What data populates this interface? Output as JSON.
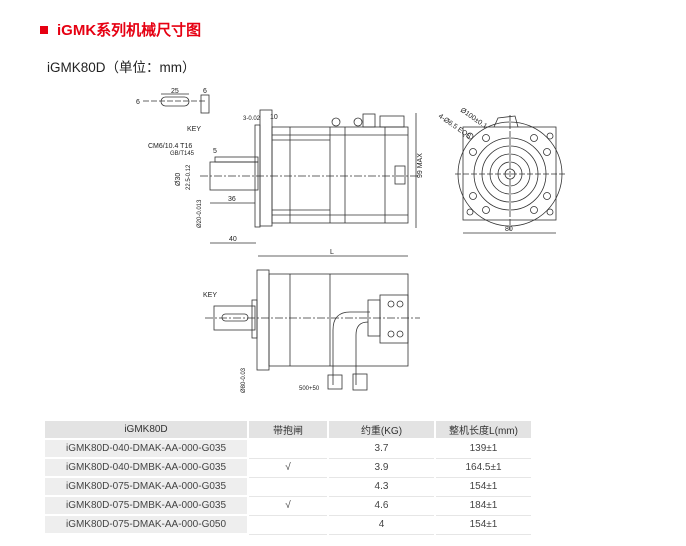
{
  "header": {
    "title": "iGMK系列机械尺寸图",
    "subtitle": "iGMK80D（单位：mm）"
  },
  "drawing": {
    "key_label": "KEY",
    "key_label_2": "KEY",
    "dims": {
      "key_len": "25",
      "key_w": "6",
      "key_h": "6",
      "flange_tol": "3-0.02",
      "flange_t": "10",
      "thread": "CM6/10.4 T16",
      "gb": "GB/T145",
      "keyway": "5",
      "d30": "Ø30",
      "d225": "22.5-0.12",
      "d20": "Ø20-0.013",
      "len36": "36",
      "len40": "40",
      "L": "L",
      "h99": "99 MAX",
      "pcd": "Ø100±0.1",
      "holes": "4-Ø6.5 EQS",
      "sq80": "80",
      "d80": "Ø80-0.03",
      "cable": "500+50"
    }
  },
  "table": {
    "headers": [
      "iGMK80D",
      "带抱闸",
      "约重(KG)",
      "整机长度L(mm)"
    ],
    "rows": [
      [
        "iGMK80D-040-DMAK-AA-000-G035",
        "",
        "3.7",
        "139±1"
      ],
      [
        "iGMK80D-040-DMBK-AA-000-G035",
        "√",
        "3.9",
        "164.5±1"
      ],
      [
        "iGMK80D-075-DMAK-AA-000-G035",
        "",
        "4.3",
        "154±1"
      ],
      [
        "iGMK80D-075-DMBK-AA-000-G035",
        "√",
        "4.6",
        "184±1"
      ],
      [
        "iGMK80D-075-DMAK-AA-000-G050",
        "",
        "4",
        "154±1"
      ]
    ]
  },
  "colors": {
    "accent": "#e60012"
  }
}
